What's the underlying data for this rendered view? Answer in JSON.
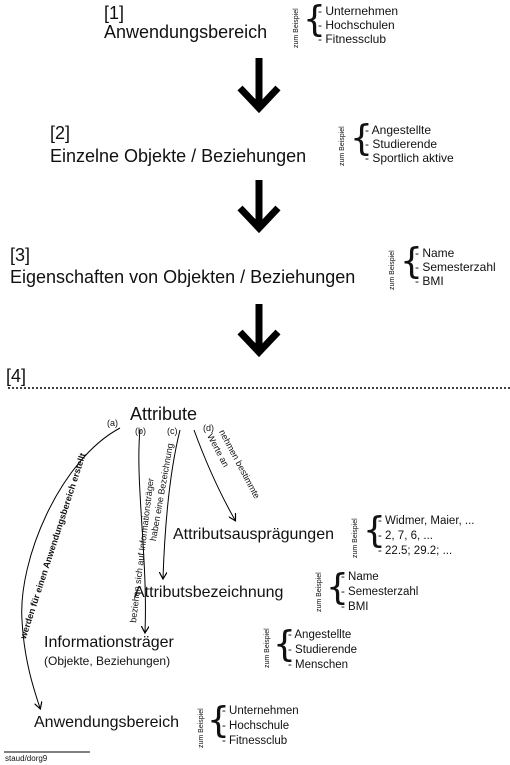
{
  "examples_label": "zum Beispiel",
  "step1": {
    "number": "[1]",
    "title": "Anwendungsbereich",
    "examples": [
      "- Unternehmen",
      "- Hochschulen",
      "- Fitnessclub"
    ]
  },
  "step2": {
    "number": "[2]",
    "title": "Einzelne Objekte / Beziehungen",
    "examples": [
      "- Angestellte",
      "- Studierende",
      "- Sportlich aktive"
    ]
  },
  "step3": {
    "number": "[3]",
    "title": "Eigenschaften von Objekten / Beziehungen",
    "examples": [
      "- Name",
      "- Semesterzahl",
      "- BMI"
    ]
  },
  "step4": {
    "number": "[4]",
    "root": "Attribute",
    "branches": {
      "a": {
        "letter": "(a)",
        "label": "werden für einen Anwendungsbereich erstellt"
      },
      "b": {
        "letter": "(b)",
        "label": "beziehen sich auf Informationsträger"
      },
      "c": {
        "letter": "(c)",
        "label": "haben eine Bezeichnung"
      },
      "d": {
        "letter": "(d)",
        "label_line1": "nehmen bestimmte",
        "label_line2": "Werte an"
      }
    },
    "auspraegungen": {
      "title": "Attributsausprägungen",
      "examples": [
        "- Widmer, Maier, ...",
        "- 2, 7, 6, ...",
        "- 22.5; 29.2; ..."
      ]
    },
    "bezeichnung": {
      "title": "Attributsbezeichnung",
      "examples": [
        "- Name",
        "- Semesterzahl",
        "- BMI"
      ]
    },
    "informationstraeger": {
      "title": "Informationsträger",
      "subtitle": "(Objekte, Beziehungen)",
      "examples": [
        "- Angestellte",
        "- Studierende",
        "- Menschen"
      ]
    },
    "anwendungsbereich": {
      "title": "Anwendungsbereich",
      "examples": [
        "- Unternehmen",
        "- Hochschule",
        "- Fitnessclub"
      ]
    }
  },
  "footer": "staud/dorg9"
}
